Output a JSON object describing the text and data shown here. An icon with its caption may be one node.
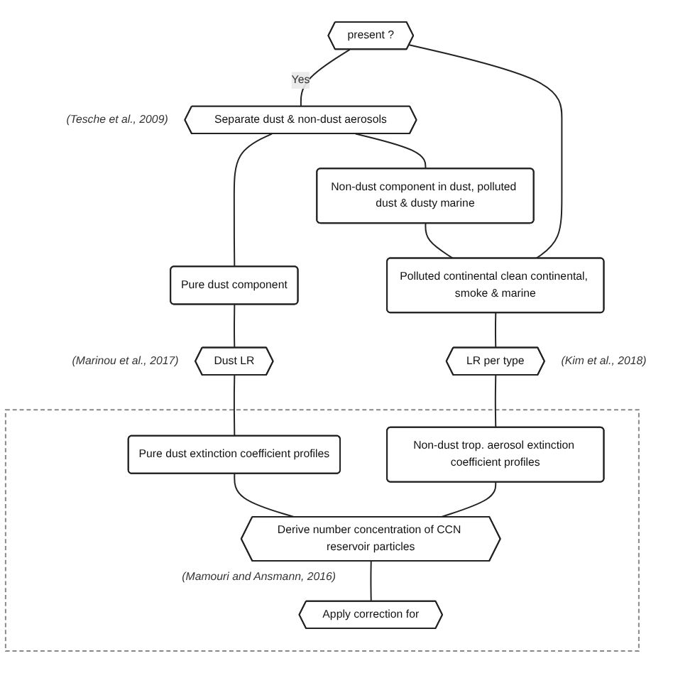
{
  "diagram": {
    "nodes": [
      {
        "text": [
          "present ?"
        ]
      },
      {
        "text": [
          "Separate dust & non-dust aerosols"
        ],
        "beside": [
          "(Tesche et al., 2009)"
        ]
      },
      {
        "text": [
          "Pure dust component"
        ]
      },
      {
        "text": [
          "Non-dust component in dust, polluted dust & dusty marine"
        ]
      },
      {
        "text": [
          "Polluted continental clean continental, smoke & marine"
        ]
      },
      {
        "text": [
          "Dust LR"
        ],
        "beside": [
          "(Marinou et al., 2017)"
        ]
      },
      {
        "text": [
          "LR per type"
        ],
        "beside": [
          "(Kim et al., 2018)"
        ]
      },
      {
        "text": [],
        "shape": "box"
      },
      {
        "text": [
          "Pure dust extinction coefficient profiles"
        ],
        "in": 7
      },
      {
        "text": [
          "Non-dust trop. aerosol extinction coefficient profiles"
        ],
        "in": 7
      },
      {
        "text": [
          "Derive number concentration of CCN reservoir particles"
        ],
        "in": 7,
        "beside": [
          "(Mamouri and Ansmann, 2016)"
        ]
      },
      {
        "text": [
          "Apply correction for"
        ],
        "in": 7
      }
    ],
    "edges": [
      {
        "from": 0,
        "to": 1,
        "arrow": "none",
        "label": "Yes"
      },
      {
        "from": 0,
        "to": 4,
        "arrow": "none"
      },
      {
        "from": 1,
        "to": 2,
        "arrow": "none"
      },
      {
        "from": 1,
        "to": 3,
        "arrow": "none"
      },
      {
        "from": 3,
        "to": 4,
        "arrow": "none"
      },
      {
        "from": 2,
        "to": 5,
        "arrow": "none"
      },
      {
        "from": 4,
        "to": 6,
        "arrow": "none"
      },
      {
        "from": 5,
        "to": 8,
        "arrow": "none"
      },
      {
        "from": 6,
        "to": 9,
        "arrow": "none"
      },
      {
        "from": 8,
        "to": 10,
        "arrow": "none"
      },
      {
        "from": 9,
        "to": 10,
        "arrow": "none"
      },
      {
        "from": 10,
        "to": 11,
        "arrow": "none"
      }
    ]
  }
}
